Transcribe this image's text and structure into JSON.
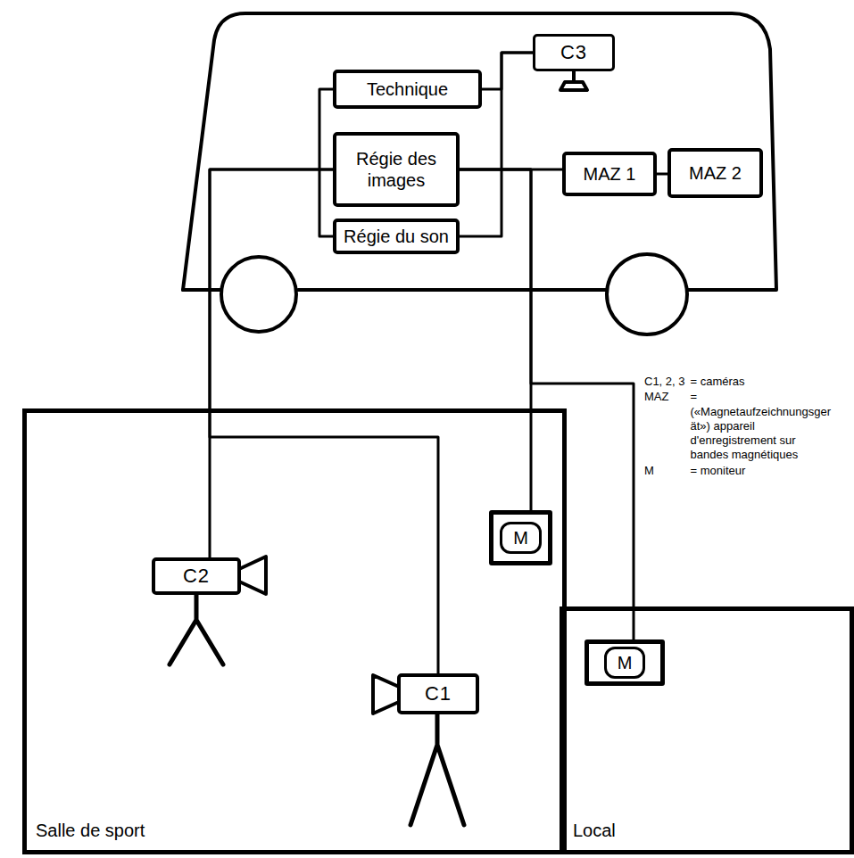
{
  "diagram": {
    "nodes": [
      {
        "text": [
          "Technique"
        ]
      },
      {
        "text": [
          "Régie des images"
        ]
      },
      {
        "text": [
          "Régie du son"
        ]
      },
      {
        "text": [
          "C3"
        ]
      },
      {
        "text": [
          "MAZ 1"
        ]
      },
      {
        "text": [
          "MAZ 2"
        ]
      },
      {
        "text": [
          "Salle de sport"
        ]
      },
      {
        "text": [
          "C2"
        ],
        "in": 6
      },
      {
        "text": [
          "M"
        ],
        "in": 6
      },
      {
        "text": [
          "C1"
        ],
        "in": 6
      },
      {
        "text": [
          "Local"
        ]
      },
      {
        "text": [
          "M"
        ],
        "in": 10
      }
    ],
    "edges": [
      {
        "from": 0,
        "to": 3,
        "arrow": "none"
      },
      {
        "from": 2,
        "to": 3,
        "arrow": "none"
      },
      {
        "from": 0,
        "to": 2,
        "arrow": "none"
      },
      {
        "from": 1,
        "to": 4,
        "arrow": "none"
      },
      {
        "from": 4,
        "to": 5,
        "arrow": "none"
      },
      {
        "from": 1,
        "to": 7,
        "arrow": "none"
      },
      {
        "from": 1,
        "to": 9,
        "arrow": "none"
      },
      {
        "from": 1,
        "to": 8,
        "arrow": "none"
      },
      {
        "from": 1,
        "to": 11,
        "arrow": "none"
      }
    ],
    "labels": [
      "C1, 2, 3",
      "= caméras",
      "MAZ",
      "= («Magnetaufzeichnungsgerät») appareil d'enregistrement sur bandes magnétiques",
      "M",
      "= moniteur"
    ]
  }
}
